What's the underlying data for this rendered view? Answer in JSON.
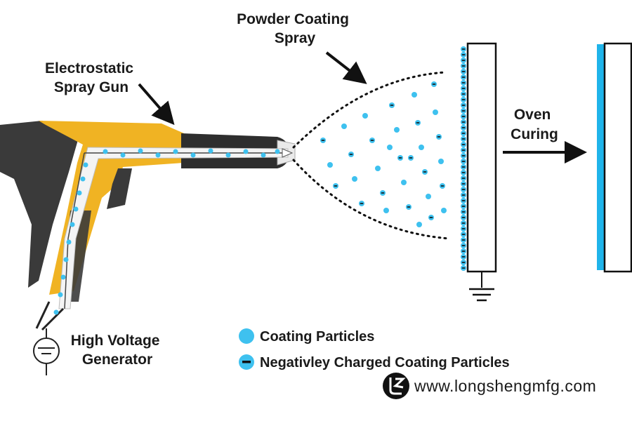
{
  "labels": {
    "spray_gun": [
      "Electrostatic",
      "Spray Gun"
    ],
    "powder_spray": [
      "Powder Coating",
      "Spray"
    ],
    "oven_curing": [
      "Oven",
      "Curing"
    ],
    "generator": [
      "High Voltage",
      "Generator"
    ]
  },
  "legend": {
    "coating_particles": "Coating Particles",
    "charged_particles": "Negativley Charged Coating Particles"
  },
  "website": "www.longshengmfg.com",
  "colors": {
    "gun_body": "#f0b323",
    "gun_dark": "#3a3a3a",
    "particle": "#3ec1ef",
    "coating": "#1fb4ea",
    "outline": "#111111",
    "text": "#1a1a1a"
  },
  "icons": {
    "logo": "longsheng-logo-icon",
    "ground": "ground-symbol-icon",
    "generator": "generator-symbol-icon"
  }
}
